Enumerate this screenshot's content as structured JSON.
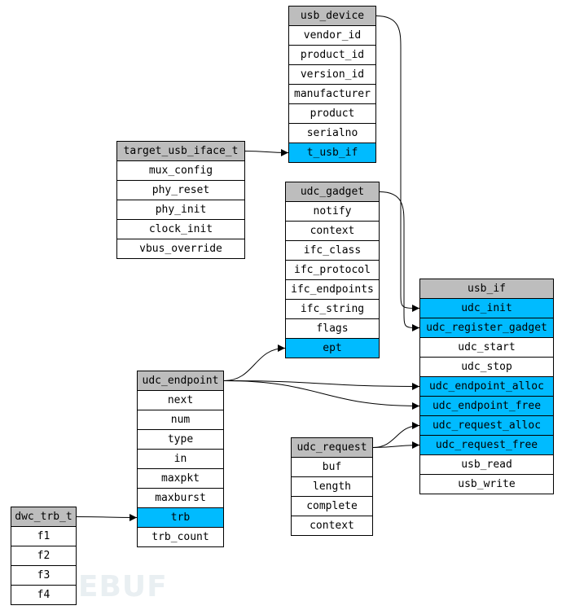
{
  "tables": [
    {
      "id": "usb_device",
      "fields": [
        {
          "label": "usb_device",
          "kind": "header"
        },
        {
          "label": "vendor_id"
        },
        {
          "label": "product_id"
        },
        {
          "label": "version_id"
        },
        {
          "label": "manufacturer"
        },
        {
          "label": "product"
        },
        {
          "label": "serialno"
        },
        {
          "label": "t_usb_if",
          "kind": "highlight"
        }
      ]
    },
    {
      "id": "target_usb_iface_t",
      "fields": [
        {
          "label": "target_usb_iface_t",
          "kind": "header"
        },
        {
          "label": "mux_config"
        },
        {
          "label": "phy_reset"
        },
        {
          "label": "phy_init"
        },
        {
          "label": "clock_init"
        },
        {
          "label": "vbus_override"
        }
      ]
    },
    {
      "id": "udc_gadget",
      "fields": [
        {
          "label": "udc_gadget",
          "kind": "header"
        },
        {
          "label": "notify"
        },
        {
          "label": "context"
        },
        {
          "label": "ifc_class"
        },
        {
          "label": "ifc_protocol"
        },
        {
          "label": "ifc_endpoints"
        },
        {
          "label": "ifc_string"
        },
        {
          "label": "flags"
        },
        {
          "label": "ept",
          "kind": "highlight"
        }
      ]
    },
    {
      "id": "usb_if",
      "fields": [
        {
          "label": "usb_if",
          "kind": "header"
        },
        {
          "label": "udc_init",
          "kind": "highlight"
        },
        {
          "label": "udc_register_gadget",
          "kind": "highlight"
        },
        {
          "label": "udc_start"
        },
        {
          "label": "udc_stop"
        },
        {
          "label": "udc_endpoint_alloc",
          "kind": "highlight"
        },
        {
          "label": "udc_endpoint_free",
          "kind": "highlight"
        },
        {
          "label": "udc_request_alloc",
          "kind": "highlight"
        },
        {
          "label": "udc_request_free",
          "kind": "highlight"
        },
        {
          "label": "usb_read"
        },
        {
          "label": "usb_write"
        }
      ]
    },
    {
      "id": "udc_endpoint",
      "fields": [
        {
          "label": "udc_endpoint",
          "kind": "header"
        },
        {
          "label": "next"
        },
        {
          "label": "num"
        },
        {
          "label": "type"
        },
        {
          "label": "in"
        },
        {
          "label": "maxpkt"
        },
        {
          "label": "maxburst"
        },
        {
          "label": "trb",
          "kind": "highlight"
        },
        {
          "label": "trb_count"
        }
      ]
    },
    {
      "id": "udc_request",
      "fields": [
        {
          "label": "udc_request",
          "kind": "header"
        },
        {
          "label": "buf"
        },
        {
          "label": "length"
        },
        {
          "label": "complete"
        },
        {
          "label": "context"
        }
      ]
    },
    {
      "id": "dwc_trb_t",
      "fields": [
        {
          "label": "dwc_trb_t",
          "kind": "header"
        },
        {
          "label": "f1"
        },
        {
          "label": "f2"
        },
        {
          "label": "f3"
        },
        {
          "label": "f4"
        }
      ]
    }
  ],
  "edges": [
    {
      "from": "target_usb_iface_t",
      "to": "usb_device.t_usb_if"
    },
    {
      "from": "usb_device",
      "to": "usb_if.udc_init"
    },
    {
      "from": "udc_gadget",
      "to": "usb_if.udc_register_gadget"
    },
    {
      "from": "udc_endpoint",
      "to": "udc_gadget.ept"
    },
    {
      "from": "udc_endpoint",
      "to": "usb_if.udc_endpoint_alloc"
    },
    {
      "from": "udc_endpoint",
      "to": "usb_if.udc_endpoint_free"
    },
    {
      "from": "udc_request",
      "to": "usb_if.udc_request_alloc"
    },
    {
      "from": "udc_request",
      "to": "usb_if.udc_request_free"
    },
    {
      "from": "dwc_trb_t",
      "to": "udc_endpoint.trb"
    }
  ],
  "colors": {
    "header": "#bdbdbd",
    "highlight": "#00bbff",
    "edge": "#000000"
  }
}
